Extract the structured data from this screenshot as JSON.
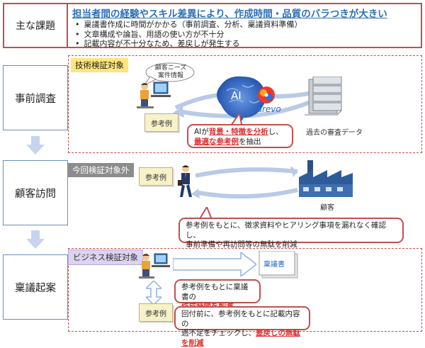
{
  "issues": {
    "label": "主な課題",
    "headline": "担当者間の経験やスキル差異により、作成時間・品質のバラつきが大きい",
    "bullets": [
      "稟議書作成に時間がかかる（事前調査、分析、稟議資料準備）",
      "文章構成や論旨、用語の使い方が不十分",
      "記載内容が不十分なため、差戻しが発生する"
    ]
  },
  "steps": [
    {
      "label": "事前調査"
    },
    {
      "label": "顧客訪問"
    },
    {
      "label": "稟議起案"
    }
  ],
  "section1": {
    "tag": "技術検証対象",
    "speech": [
      "顧客ニーズ",
      "案件情報"
    ],
    "ai_label": "AI",
    "brand": "carevo",
    "ref_card": "参考例",
    "db_label": "過去の審査データ",
    "callout": {
      "p1": "AIが",
      "red1": "背景・特徴を分析",
      "p2": "し、",
      "red2": "最適な参考例",
      "p3": "を抽出"
    }
  },
  "section2": {
    "tag": "今回検証対象外",
    "ref_card": "参考例",
    "customer_label": "顧客",
    "callout_lines": [
      "参考例をもとに、徴求資料やヒアリング事項を漏れなく確認し、",
      "事前準備や再訪問等の無駄を削減"
    ]
  },
  "section3": {
    "tag": "ビジネス検証対象",
    "doc_label": "稟議書",
    "ref_card": "参考例",
    "callout1": {
      "line1": "参考例をもとに稟議書の",
      "red": "作成時間を削減"
    },
    "callout2": {
      "line1": "回付前に、参考例をもとに記載内容の",
      "p2": "過不足をチェックし、",
      "red": "差戻しの無駄を削減"
    }
  },
  "colors": {
    "accent_red": "#c0504d",
    "headline_blue": "#2f6fb5",
    "arrow_blue": "#5b8bd0"
  }
}
